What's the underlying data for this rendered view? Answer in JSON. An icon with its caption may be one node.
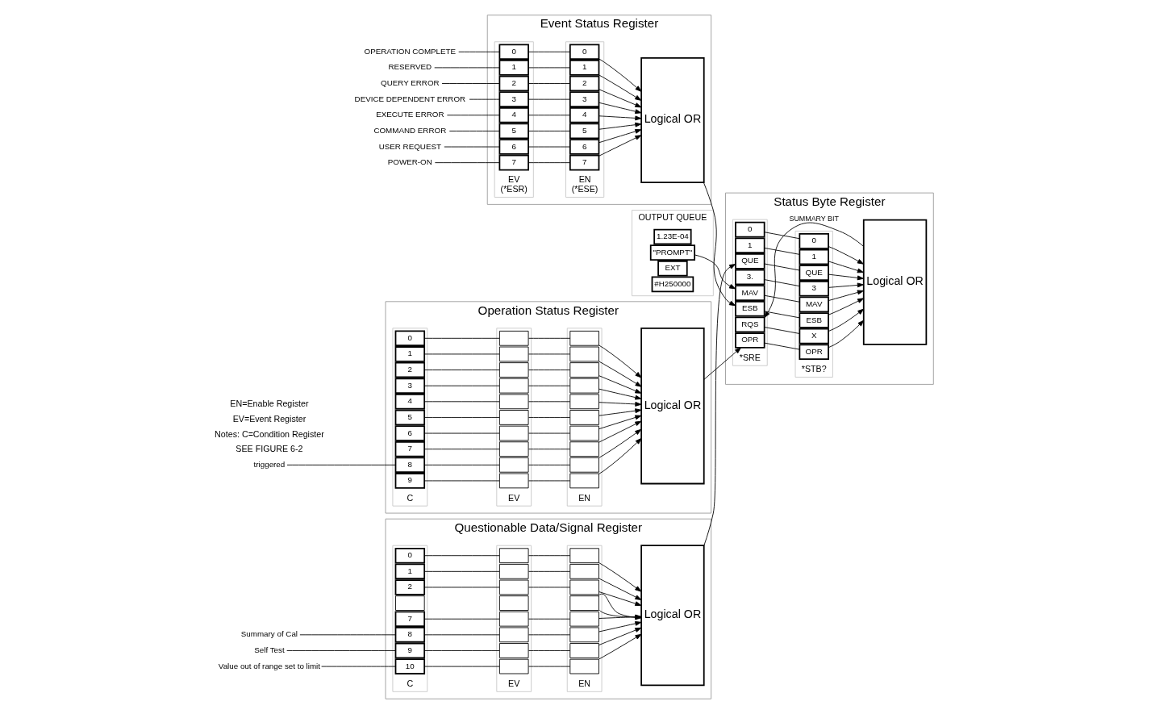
{
  "diagram": {
    "nodes": [
      {
        "text": [
          "Questionable Data/Signal Register"
        ]
      },
      {
        "text": [
          "C"
        ],
        "in": 0
      },
      {
        "text": [
          "0"
        ],
        "in": 1
      },
      {
        "text": [
          "1"
        ],
        "in": 1
      },
      {
        "text": [
          "2"
        ],
        "in": 1
      },
      {
        "text": [],
        "shape": "box",
        "in": 1
      },
      {
        "text": [
          "7"
        ],
        "in": 1
      },
      {
        "text": [
          "8"
        ],
        "in": 1
      },
      {
        "text": [
          "9"
        ],
        "in": 1
      },
      {
        "text": [
          "10"
        ],
        "in": 1
      },
      {
        "text": [
          "EV"
        ],
        "in": 0
      },
      {
        "text": [],
        "shape": "box",
        "in": 10
      },
      {
        "text": [],
        "shape": "box",
        "in": 10
      },
      {
        "text": [],
        "shape": "box",
        "in": 10
      },
      {
        "text": [],
        "shape": "box",
        "in": 10
      },
      {
        "text": [],
        "shape": "box",
        "in": 10
      },
      {
        "text": [],
        "shape": "box",
        "in": 10
      },
      {
        "text": [],
        "shape": "box",
        "in": 10
      },
      {
        "text": [],
        "shape": "box",
        "in": 10
      },
      {
        "text": [
          "EN"
        ],
        "in": 0
      },
      {
        "text": [],
        "shape": "box",
        "in": 19
      },
      {
        "text": [],
        "shape": "box",
        "in": 19
      },
      {
        "text": [],
        "shape": "box",
        "in": 19
      },
      {
        "text": [],
        "shape": "box",
        "in": 19
      },
      {
        "text": [],
        "shape": "box",
        "in": 19
      },
      {
        "text": [],
        "shape": "box",
        "in": 19
      },
      {
        "text": [],
        "shape": "box",
        "in": 19
      },
      {
        "text": [],
        "shape": "box",
        "in": 19
      },
      {
        "text": [
          "Logical OR"
        ],
        "in": 0
      },
      {
        "text": [
          "Summary of Cal"
        ]
      },
      {
        "text": [
          "Self Test"
        ]
      },
      {
        "text": [
          "Value out of range set to limit"
        ]
      },
      {
        "text": [
          "Status Byte Register"
        ]
      },
      {
        "text": [
          "*SRE"
        ],
        "in": 32
      },
      {
        "text": [
          "0"
        ],
        "in": 33
      },
      {
        "text": [
          "1"
        ],
        "in": 33
      },
      {
        "text": [
          "QUE"
        ],
        "in": 33
      },
      {
        "text": [
          "3."
        ],
        "in": 33
      },
      {
        "text": [
          "MAV"
        ],
        "in": 33
      },
      {
        "text": [
          "ESB"
        ],
        "in": 33
      },
      {
        "text": [
          "RQS"
        ],
        "in": 33
      },
      {
        "text": [
          "OPR"
        ],
        "in": 33
      },
      {
        "text": [
          "*STB?"
        ],
        "in": 32
      },
      {
        "text": [
          "0"
        ],
        "in": 42
      },
      {
        "text": [
          "1"
        ],
        "in": 42
      },
      {
        "text": [
          "QUE"
        ],
        "in": 42
      },
      {
        "text": [
          "3"
        ],
        "in": 42
      },
      {
        "text": [
          "MAV"
        ],
        "in": 42
      },
      {
        "text": [
          "ESB"
        ],
        "in": 42
      },
      {
        "text": [
          "X"
        ],
        "in": 42
      },
      {
        "text": [
          "OPR"
        ],
        "in": 42
      },
      {
        "text": [
          "Logical OR"
        ],
        "in": 32
      },
      {
        "text": [
          "Event Status Register"
        ]
      },
      {
        "text": [
          "EV",
          "(*ESR)"
        ],
        "in": 52
      },
      {
        "text": [
          "0"
        ],
        "in": 53
      },
      {
        "text": [
          "1"
        ],
        "in": 53
      },
      {
        "text": [
          "2"
        ],
        "in": 53
      },
      {
        "text": [
          "3"
        ],
        "in": 53
      },
      {
        "text": [
          "4"
        ],
        "in": 53
      },
      {
        "text": [
          "5"
        ],
        "in": 53
      },
      {
        "text": [
          "6"
        ],
        "in": 53
      },
      {
        "text": [
          "7"
        ],
        "in": 53
      },
      {
        "text": [
          "EN",
          "(*ESE)"
        ],
        "in": 52
      },
      {
        "text": [
          "0"
        ],
        "in": 62
      },
      {
        "text": [
          "1"
        ],
        "in": 62
      },
      {
        "text": [
          "2"
        ],
        "in": 62
      },
      {
        "text": [
          "3"
        ],
        "in": 62
      },
      {
        "text": [
          "4"
        ],
        "in": 62
      },
      {
        "text": [
          "5"
        ],
        "in": 62
      },
      {
        "text": [
          "6"
        ],
        "in": 62
      },
      {
        "text": [
          "7"
        ],
        "in": 62
      },
      {
        "text": [
          "Logical OR"
        ],
        "in": 52
      },
      {
        "text": [
          "OPERATION COMPLETE"
        ]
      },
      {
        "text": [
          "RESERVED"
        ]
      },
      {
        "text": [
          "QUERY ERROR"
        ]
      },
      {
        "text": [
          "DEVICE DEPENDENT ERROR"
        ]
      },
      {
        "text": [
          "EXECUTE ERROR"
        ]
      },
      {
        "text": [
          "COMMAND ERROR"
        ]
      },
      {
        "text": [
          "USER REQUEST"
        ]
      },
      {
        "text": [
          "POWER-ON"
        ]
      },
      {
        "text": [
          "OUTPUT QUEUE"
        ]
      },
      {
        "text": [
          "1.23E-04"
        ],
        "in": 80
      },
      {
        "text": [
          "\"PROMPT\""
        ],
        "in": 80
      },
      {
        "text": [
          "EXT"
        ],
        "in": 80
      },
      {
        "text": [
          "#H250000"
        ],
        "in": 80
      },
      {
        "text": [
          "Operation Status Register"
        ]
      },
      {
        "text": [
          "C"
        ],
        "in": 85
      },
      {
        "text": [
          "0"
        ],
        "in": 86
      },
      {
        "text": [
          "1"
        ],
        "in": 86
      },
      {
        "text": [
          "2"
        ],
        "in": 86
      },
      {
        "text": [
          "3"
        ],
        "in": 86
      },
      {
        "text": [
          "4"
        ],
        "in": 86
      },
      {
        "text": [
          "5"
        ],
        "in": 86
      },
      {
        "text": [
          "6"
        ],
        "in": 86
      },
      {
        "text": [
          "7"
        ],
        "in": 86
      },
      {
        "text": [
          "8"
        ],
        "in": 86
      },
      {
        "text": [
          "9"
        ],
        "in": 86
      },
      {
        "text": [
          "EV"
        ],
        "in": 85
      },
      {
        "text": [],
        "shape": "box",
        "in": 97
      },
      {
        "text": [],
        "shape": "box",
        "in": 97
      },
      {
        "text": [],
        "shape": "box",
        "in": 97
      },
      {
        "text": [],
        "shape": "box",
        "in": 97
      },
      {
        "text": [],
        "shape": "box",
        "in": 97
      },
      {
        "text": [],
        "shape": "box",
        "in": 97
      },
      {
        "text": [],
        "shape": "box",
        "in": 97
      },
      {
        "text": [],
        "shape": "box",
        "in": 97
      },
      {
        "text": [],
        "shape": "box",
        "in": 97
      },
      {
        "text": [],
        "shape": "box",
        "in": 97
      },
      {
        "text": [
          "EN"
        ],
        "in": 85
      },
      {
        "text": [],
        "shape": "box",
        "in": 108
      },
      {
        "text": [],
        "shape": "box",
        "in": 108
      },
      {
        "text": [],
        "shape": "box",
        "in": 108
      },
      {
        "text": [],
        "shape": "box",
        "in": 108
      },
      {
        "text": [],
        "shape": "box",
        "in": 108
      },
      {
        "text": [],
        "shape": "box",
        "in": 108
      },
      {
        "text": [],
        "shape": "box",
        "in": 108
      },
      {
        "text": [],
        "shape": "box",
        "in": 108
      },
      {
        "text": [],
        "shape": "box",
        "in": 108
      },
      {
        "text": [],
        "shape": "box",
        "in": 108
      },
      {
        "text": [
          "Logical OR"
        ],
        "in": 85
      },
      {
        "text": [
          "triggered"
        ]
      }
    ],
    "edges": [
      {
        "from": 29,
        "to": 7,
        "arrow": "none"
      },
      {
        "from": 30,
        "to": 8,
        "arrow": "none"
      },
      {
        "from": 31,
        "to": 9,
        "arrow": "none"
      },
      {
        "from": 2,
        "to": 11,
        "arrow": "none"
      },
      {
        "from": 3,
        "to": 12,
        "arrow": "none"
      },
      {
        "from": 4,
        "to": 13,
        "arrow": "none"
      },
      {
        "from": 6,
        "to": 15,
        "arrow": "none"
      },
      {
        "from": 7,
        "to": 16,
        "arrow": "none"
      },
      {
        "from": 8,
        "to": 17,
        "arrow": "none"
      },
      {
        "from": 9,
        "to": 18,
        "arrow": "none"
      },
      {
        "from": 11,
        "to": 20,
        "arrow": "none"
      },
      {
        "from": 12,
        "to": 21,
        "arrow": "none"
      },
      {
        "from": 13,
        "to": 22,
        "arrow": "none"
      },
      {
        "from": 15,
        "to": 24,
        "arrow": "none"
      },
      {
        "from": 16,
        "to": 25,
        "arrow": "none"
      },
      {
        "from": 17,
        "to": 26,
        "arrow": "none"
      },
      {
        "from": 18,
        "to": 27,
        "arrow": "none"
      },
      {
        "from": 20,
        "to": 28,
        "arrow": "to"
      },
      {
        "from": 21,
        "to": 28,
        "arrow": "to"
      },
      {
        "from": 22,
        "to": 28,
        "arrow": "to"
      },
      {
        "from": 23,
        "to": 28,
        "arrow": "to"
      },
      {
        "from": 23,
        "to": 28,
        "arrow": "to"
      },
      {
        "from": 24,
        "to": 28,
        "arrow": "to"
      },
      {
        "from": 25,
        "to": 28,
        "arrow": "to"
      },
      {
        "from": 26,
        "to": 28,
        "arrow": "to"
      },
      {
        "from": 27,
        "to": 28,
        "arrow": "to"
      },
      {
        "from": 28,
        "to": 36,
        "arrow": "to"
      },
      {
        "from": 34,
        "to": 43,
        "arrow": "none"
      },
      {
        "from": 35,
        "to": 44,
        "arrow": "none"
      },
      {
        "from": 36,
        "to": 45,
        "arrow": "none"
      },
      {
        "from": 37,
        "to": 46,
        "arrow": "none"
      },
      {
        "from": 38,
        "to": 47,
        "arrow": "none"
      },
      {
        "from": 39,
        "to": 48,
        "arrow": "none"
      },
      {
        "from": 40,
        "to": 49,
        "arrow": "none"
      },
      {
        "from": 41,
        "to": 50,
        "arrow": "none"
      },
      {
        "from": 43,
        "to": 51,
        "arrow": "to"
      },
      {
        "from": 44,
        "to": 51,
        "arrow": "to"
      },
      {
        "from": 45,
        "to": 51,
        "arrow": "to"
      },
      {
        "from": 46,
        "to": 51,
        "arrow": "to"
      },
      {
        "from": 47,
        "to": 51,
        "arrow": "to"
      },
      {
        "from": 48,
        "to": 51,
        "arrow": "to"
      },
      {
        "from": 49,
        "to": 51,
        "arrow": "to"
      },
      {
        "from": 50,
        "to": 51,
        "arrow": "to"
      },
      {
        "from": 51,
        "to": 40,
        "arrow": "to",
        "label": "SUMMARY BIT"
      },
      {
        "from": 72,
        "to": 54,
        "arrow": "none"
      },
      {
        "from": 73,
        "to": 55,
        "arrow": "none"
      },
      {
        "from": 74,
        "to": 56,
        "arrow": "none"
      },
      {
        "from": 75,
        "to": 57,
        "arrow": "none"
      },
      {
        "from": 76,
        "to": 58,
        "arrow": "none"
      },
      {
        "from": 77,
        "to": 59,
        "arrow": "none"
      },
      {
        "from": 78,
        "to": 60,
        "arrow": "none"
      },
      {
        "from": 79,
        "to": 61,
        "arrow": "none"
      },
      {
        "from": 54,
        "to": 63,
        "arrow": "none"
      },
      {
        "from": 55,
        "to": 64,
        "arrow": "none"
      },
      {
        "from": 56,
        "to": 65,
        "arrow": "none"
      },
      {
        "from": 57,
        "to": 66,
        "arrow": "none"
      },
      {
        "from": 58,
        "to": 67,
        "arrow": "none"
      },
      {
        "from": 59,
        "to": 68,
        "arrow": "none"
      },
      {
        "from": 60,
        "to": 69,
        "arrow": "none"
      },
      {
        "from": 61,
        "to": 70,
        "arrow": "none"
      },
      {
        "from": 63,
        "to": 71,
        "arrow": "to"
      },
      {
        "from": 64,
        "to": 71,
        "arrow": "to"
      },
      {
        "from": 65,
        "to": 71,
        "arrow": "to"
      },
      {
        "from": 66,
        "to": 71,
        "arrow": "to"
      },
      {
        "from": 67,
        "to": 71,
        "arrow": "to"
      },
      {
        "from": 68,
        "to": 71,
        "arrow": "to"
      },
      {
        "from": 69,
        "to": 71,
        "arrow": "to"
      },
      {
        "from": 70,
        "to": 71,
        "arrow": "to"
      },
      {
        "from": 71,
        "to": 39,
        "arrow": "to"
      },
      {
        "from": 82,
        "to": 38,
        "arrow": "to"
      },
      {
        "from": 120,
        "to": 95,
        "arrow": "none"
      },
      {
        "from": 87,
        "to": 98,
        "arrow": "none"
      },
      {
        "from": 88,
        "to": 99,
        "arrow": "none"
      },
      {
        "from": 89,
        "to": 100,
        "arrow": "none"
      },
      {
        "from": 90,
        "to": 101,
        "arrow": "none"
      },
      {
        "from": 91,
        "to": 102,
        "arrow": "none"
      },
      {
        "from": 92,
        "to": 103,
        "arrow": "none"
      },
      {
        "from": 93,
        "to": 104,
        "arrow": "none"
      },
      {
        "from": 94,
        "to": 105,
        "arrow": "none"
      },
      {
        "from": 95,
        "to": 106,
        "arrow": "none"
      },
      {
        "from": 96,
        "to": 107,
        "arrow": "none"
      },
      {
        "from": 98,
        "to": 109,
        "arrow": "none"
      },
      {
        "from": 99,
        "to": 110,
        "arrow": "none"
      },
      {
        "from": 100,
        "to": 111,
        "arrow": "none"
      },
      {
        "from": 101,
        "to": 112,
        "arrow": "none"
      },
      {
        "from": 102,
        "to": 113,
        "arrow": "none"
      },
      {
        "from": 103,
        "to": 114,
        "arrow": "none"
      },
      {
        "from": 104,
        "to": 115,
        "arrow": "none"
      },
      {
        "from": 105,
        "to": 116,
        "arrow": "none"
      },
      {
        "from": 106,
        "to": 117,
        "arrow": "none"
      },
      {
        "from": 107,
        "to": 118,
        "arrow": "none"
      },
      {
        "from": 109,
        "to": 119,
        "arrow": "to"
      },
      {
        "from": 110,
        "to": 119,
        "arrow": "to"
      },
      {
        "from": 111,
        "to": 119,
        "arrow": "to"
      },
      {
        "from": 112,
        "to": 119,
        "arrow": "to"
      },
      {
        "from": 113,
        "to": 119,
        "arrow": "to"
      },
      {
        "from": 114,
        "to": 119,
        "arrow": "to"
      },
      {
        "from": 115,
        "to": 119,
        "arrow": "to"
      },
      {
        "from": 116,
        "to": 119,
        "arrow": "to"
      },
      {
        "from": 117,
        "to": 119,
        "arrow": "to"
      },
      {
        "from": 118,
        "to": 119,
        "arrow": "to"
      },
      {
        "from": 119,
        "to": 41,
        "arrow": "to"
      }
    ],
    "labels": [
      "SEE FIGURE 6-2",
      "Notes: C=Condition Register",
      "EV=Event Register",
      "EN=Enable Register"
    ]
  }
}
